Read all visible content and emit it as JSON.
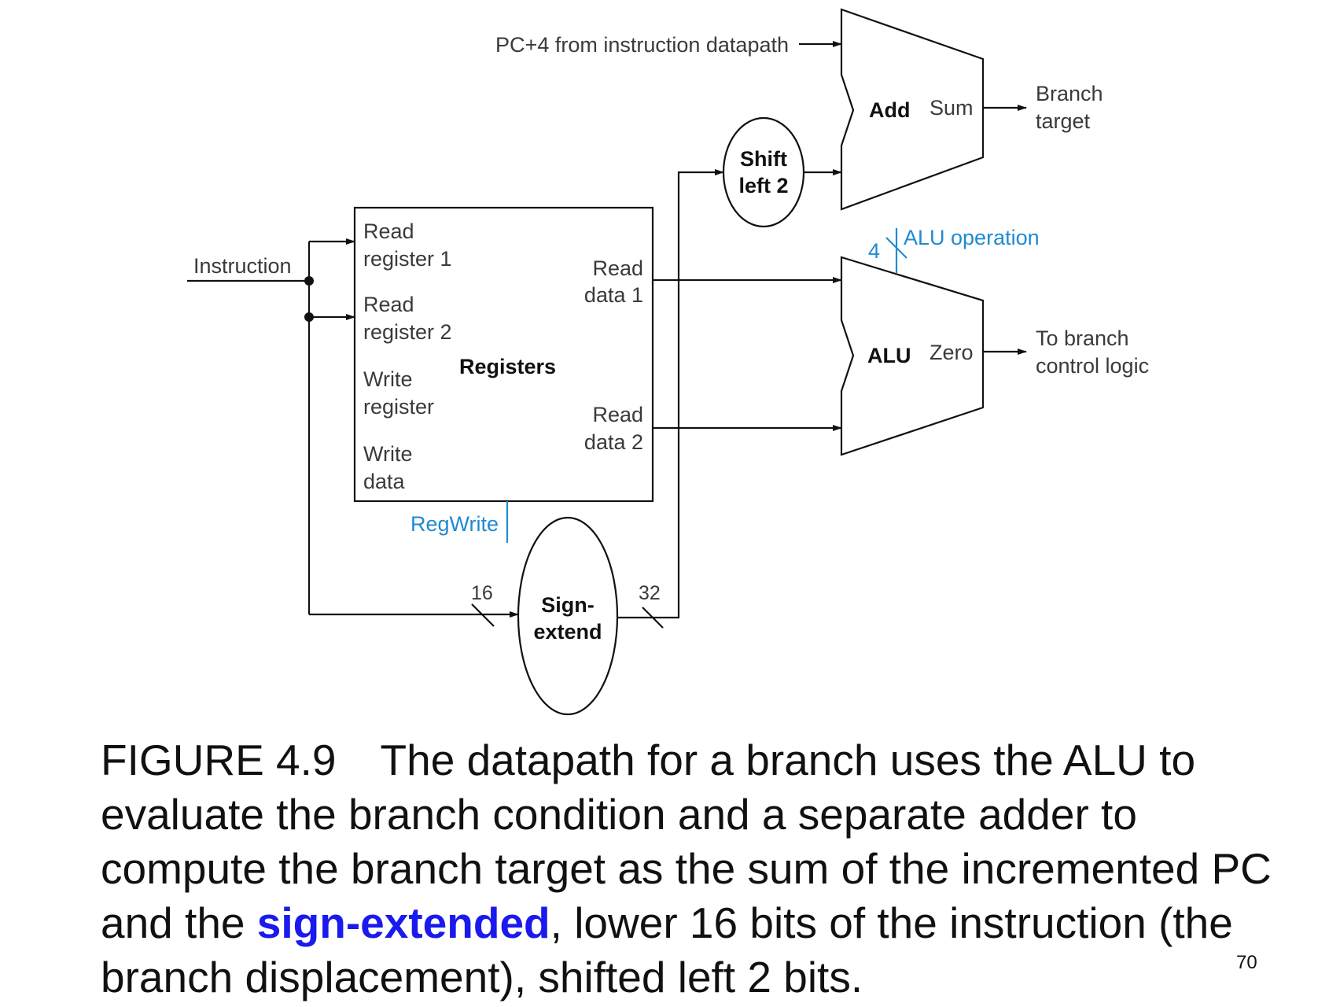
{
  "diagram": {
    "pc4_label": "PC+4 from instruction datapath",
    "instruction_label": "Instruction",
    "registers": {
      "title": "Registers",
      "read_register_1": [
        "Read",
        "register 1"
      ],
      "read_register_2": [
        "Read",
        "register 2"
      ],
      "write_register": [
        "Write",
        "register"
      ],
      "write_data": [
        "Write",
        "data"
      ],
      "read_data_1": [
        "Read",
        "data 1"
      ],
      "read_data_2": [
        "Read",
        "data 2"
      ]
    },
    "regwrite_label": "RegWrite",
    "sign_extend": [
      "Sign-",
      "extend"
    ],
    "sign_extend_in_bits": "16",
    "sign_extend_out_bits": "32",
    "shift_left": [
      "Shift",
      "left 2"
    ],
    "adder": {
      "name": "Add",
      "output": "Sum"
    },
    "branch_target": [
      "Branch",
      "target"
    ],
    "alu": {
      "name": "ALU",
      "output": "Zero"
    },
    "alu_op_label": "ALU operation",
    "alu_op_bits": "4",
    "branch_control": [
      "To branch",
      "control logic"
    ],
    "colors": {
      "control": "#1f8ad2",
      "line": "#111111"
    }
  },
  "caption": {
    "figure": "FIGURE 4.9",
    "text_before": "The datapath for a branch uses the ALU to evaluate the branch condition and a separate adder to compute the branch target as the sum of the incremented PC and the ",
    "highlight": "sign-extended",
    "text_after": ", lower 16 bits of the instruction (the branch displacement), shifted left 2 bits.",
    "highlight_color": "#1a1aee"
  },
  "page_number": "70"
}
